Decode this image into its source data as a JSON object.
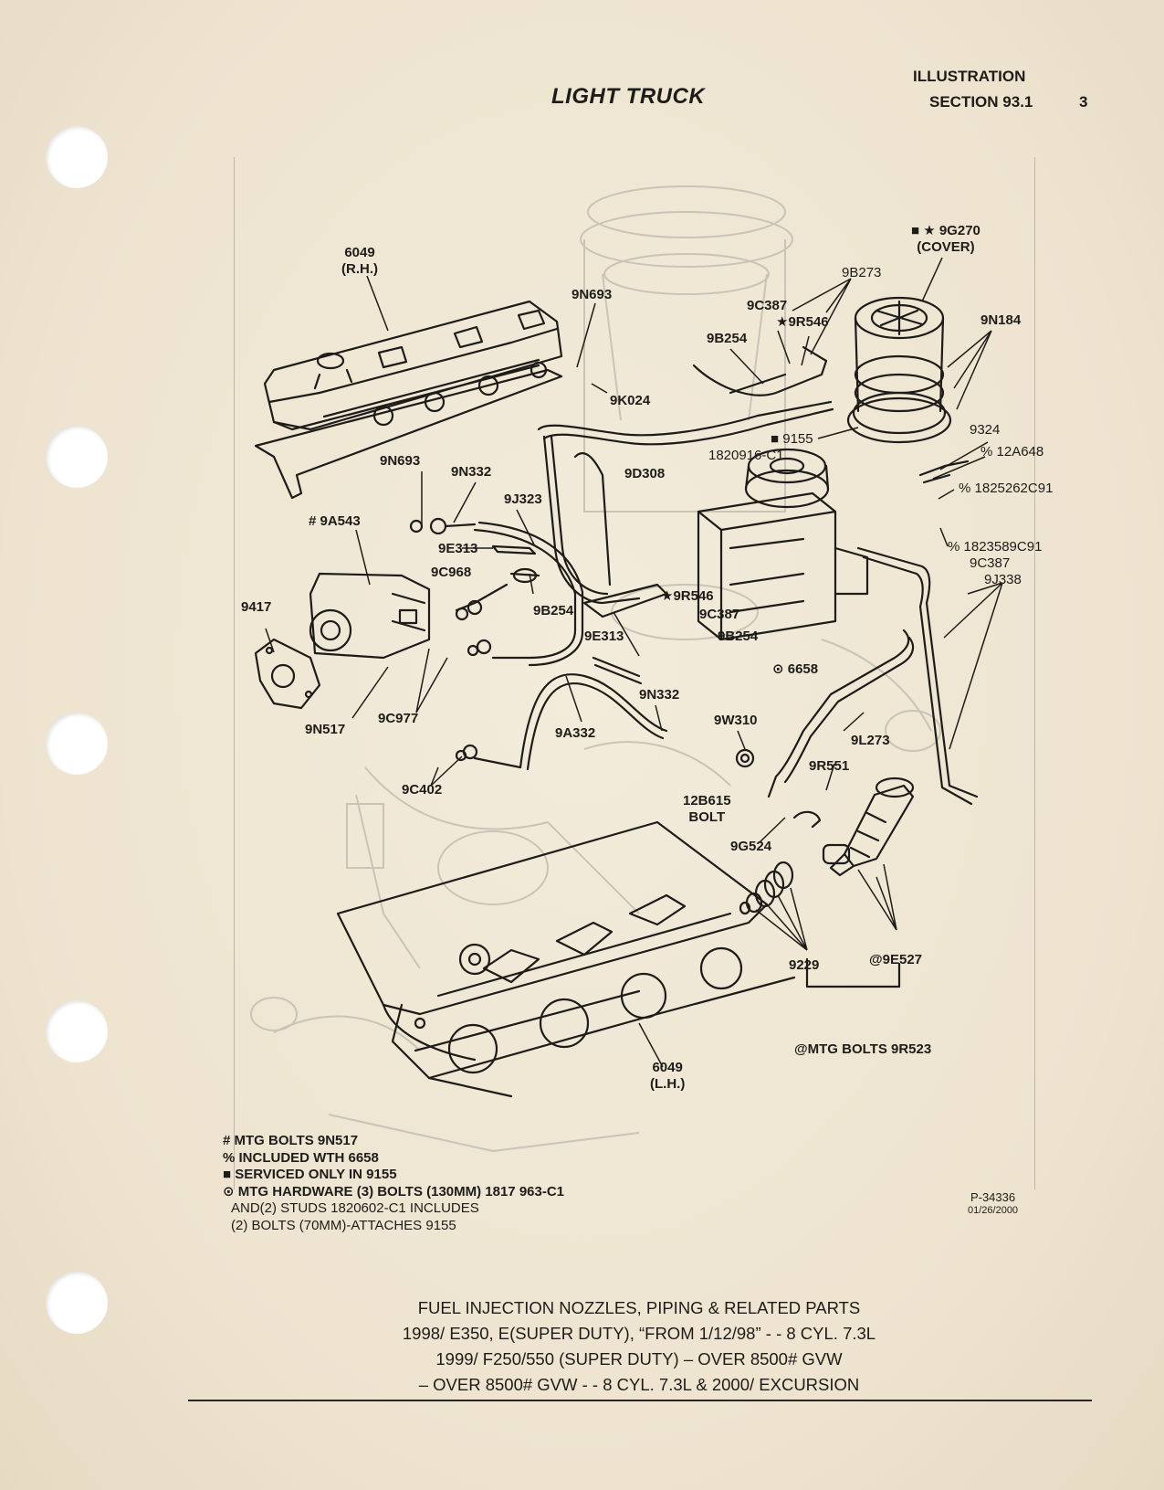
{
  "header": {
    "section_title": "LIGHT TRUCK",
    "line1": "ILLUSTRATION",
    "line2": "SECTION 93.1",
    "page_number": "3"
  },
  "callouts": {
    "c6049_rh": "6049\n(R.H.)",
    "c9n693_top": "9N693",
    "c9k024": "9K024",
    "c9b273": "9B273",
    "c9g270": "■ ★ 9G270\n(COVER)",
    "c9c387_top": "9C387",
    "c9r546_top": "★9R546",
    "c9b254_top": "9B254",
    "c9n184": "9N184",
    "c9155": "■ 9155",
    "c1820916": "1820916-C1",
    "c9324": "9324",
    "c12a648": "% 12A648",
    "c1825262": "% 1825262C91",
    "c1823589": "% 1823589C91",
    "c9c387_right": "9C387",
    "c9j338": "9J338",
    "c9n693_mid": "9N693",
    "c9n332_top": "9N332",
    "c9d308": "9D308",
    "c9j323": "9J323",
    "c9a543": "# 9A543",
    "c9e313_top": "9E313",
    "c9c968": "9C968",
    "c9b254_mid": "9B254",
    "c9r546_mid": "★9R546",
    "c9c387_mid": "9C387",
    "c9b254_mid2": "9B254",
    "c9417": "9417",
    "c9e313_mid": "9E313",
    "c6658": "⊙ 6658",
    "c9n332_mid": "9N332",
    "c9n517": "9N517",
    "c9c977": "9C977",
    "c9a332": "9A332",
    "c9w310": "9W310",
    "c9l273": "9L273",
    "c9r551": "9R551",
    "c9c402": "9C402",
    "c12b615": "12B615\nBOLT",
    "c9g524": "9G524",
    "c9e527": "@9E527",
    "c9229": "9229",
    "c6049_lh": "6049\n(L.H.)",
    "mtg_bolts": "@MTG BOLTS 9R523"
  },
  "notes": [
    "# MTG BOLTS 9N517",
    "% INCLUDED WTH 6658",
    "■ SERVICED ONLY IN 9155",
    "⊙ MTG HARDWARE (3) BOLTS (130MM) 1817 963-C1",
    "AND(2) STUDS 1820602-C1 INCLUDES",
    "(2) BOLTS (70MM)-ATTACHES 9155"
  ],
  "figure_code": "P-34336",
  "figure_date": "01/26/2000",
  "caption": [
    "FUEL INJECTION NOZZLES, PIPING & RELATED PARTS",
    "1998/ E350, E(SUPER DUTY), “FROM 1/12/98” - - 8 CYL. 7.3L",
    "1999/ F250/550 (SUPER DUTY) – OVER 8500# GVW",
    "– OVER 8500# GVW - - 8 CYL. 7.3L & 2000/ EXCURSION"
  ]
}
